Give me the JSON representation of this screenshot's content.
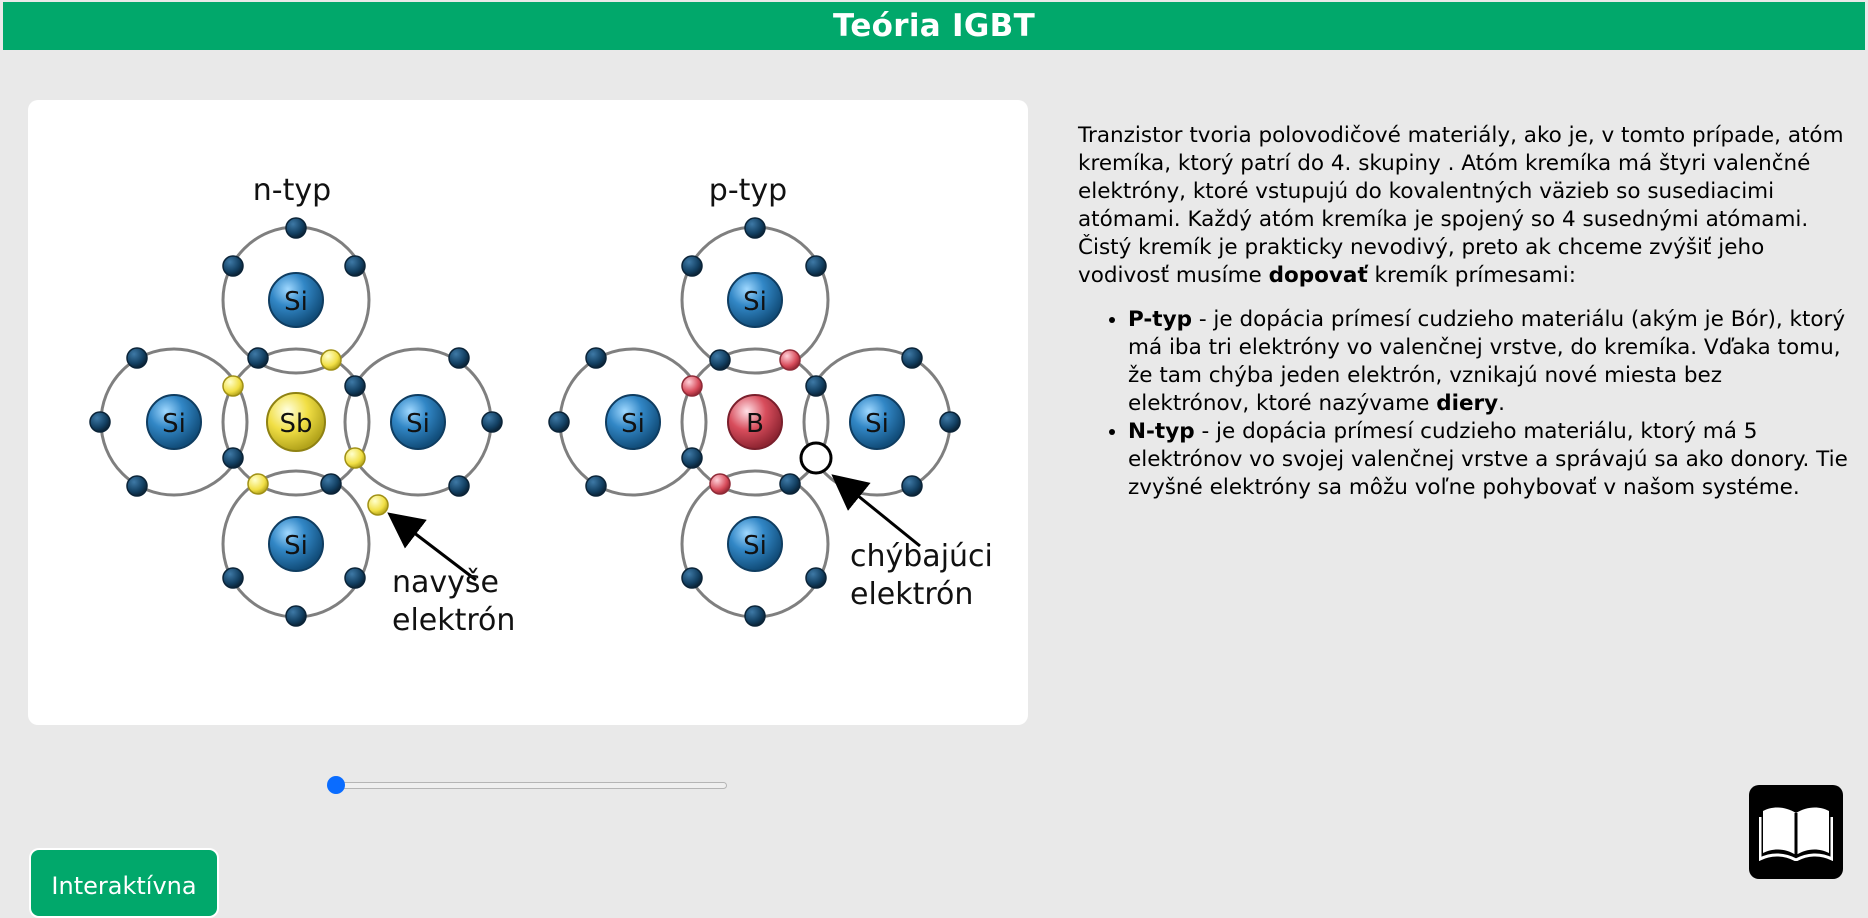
{
  "header": {
    "title": "Teória IGBT"
  },
  "diagram": {
    "left_title": "n-typ",
    "right_title": "p-typ",
    "si_label": "Si",
    "sb_label": "Sb",
    "b_label": "B",
    "extra_electron_line1": "navyše",
    "extra_electron_line2": "elektrón",
    "missing_electron_line1": "chýbajúci",
    "missing_electron_line2": "elektrón",
    "colors": {
      "electron": "#123f61",
      "impurity_yellow": "#f1df45",
      "impurity_red": "#d84d5c",
      "si_blue": "#3287c6"
    }
  },
  "content": {
    "intro_text_1": "Tranzistor tvoria polovodičové materiály, ako je, v tomto prípade, atóm kremíka, ktorý patrí do 4. skupiny . Atóm kremíka má štyri valenčné elektróny, ktoré vstupujú do kovalentných väzieb so susediacimi atómami. Každý atóm kremíka je spojený so 4 susednými atómami. Čistý kremík je prakticky nevodivý, preto ak chceme zvýšiť jeho vodivosť musíme ",
    "intro_bold": "dopovať",
    "intro_text_2": " kremík prímesami:",
    "p_type_title": "P-typ",
    "p_type_text": " - je dopácia prímesí cudzieho materiálu (akým je Bór), ktorý má iba tri elektróny vo valenčnej vrstve, do kremíka. Vďaka tomu, že tam chýba jeden elektrón, vznikajú nové miesta bez elektrónov, ktoré nazývame ",
    "p_type_bold": "diery",
    "p_type_end": ".",
    "n_type_title": "N-typ",
    "n_type_text": " - je dopácia prímesí cudzieho materiálu, ktorý má 5 elektrónov vo svojej valenčnej vrstve a správajú sa ako donory. Tie zvyšné elektróny sa môžu voľne pohybovať v našom systéme."
  },
  "slider": {
    "value": 0
  },
  "buttons": {
    "interactive_label": "Interaktívna"
  }
}
